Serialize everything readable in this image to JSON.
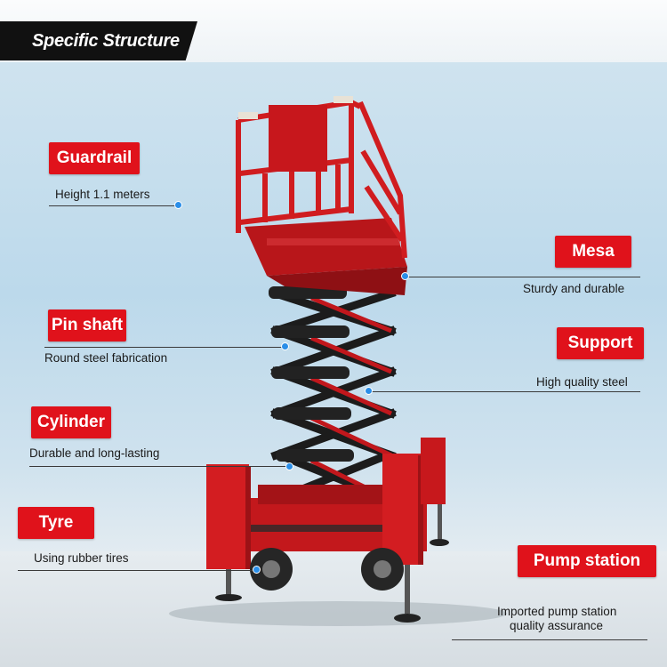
{
  "title": "Specific Structure",
  "labels": {
    "guardrail": {
      "name": "Guardrail",
      "desc": "Height 1.1 meters"
    },
    "mesa": {
      "name": "Mesa",
      "desc": "Sturdy and durable"
    },
    "pin_shaft": {
      "name": "Pin shaft",
      "desc": "Round steel fabrication"
    },
    "support": {
      "name": "Support",
      "desc": "High quality steel"
    },
    "cylinder": {
      "name": "Cylinder",
      "desc": "Durable and long-lasting"
    },
    "tyre": {
      "name": "Tyre",
      "desc": "Using rubber tires"
    },
    "pump_station": {
      "name": "Pump station",
      "desc_line1": "Imported pump station",
      "desc_line2": "quality assurance"
    }
  },
  "colors": {
    "badge": "#e0121b",
    "machine_red": "#d01c1f",
    "leader_dot": "#2a8ee8"
  }
}
